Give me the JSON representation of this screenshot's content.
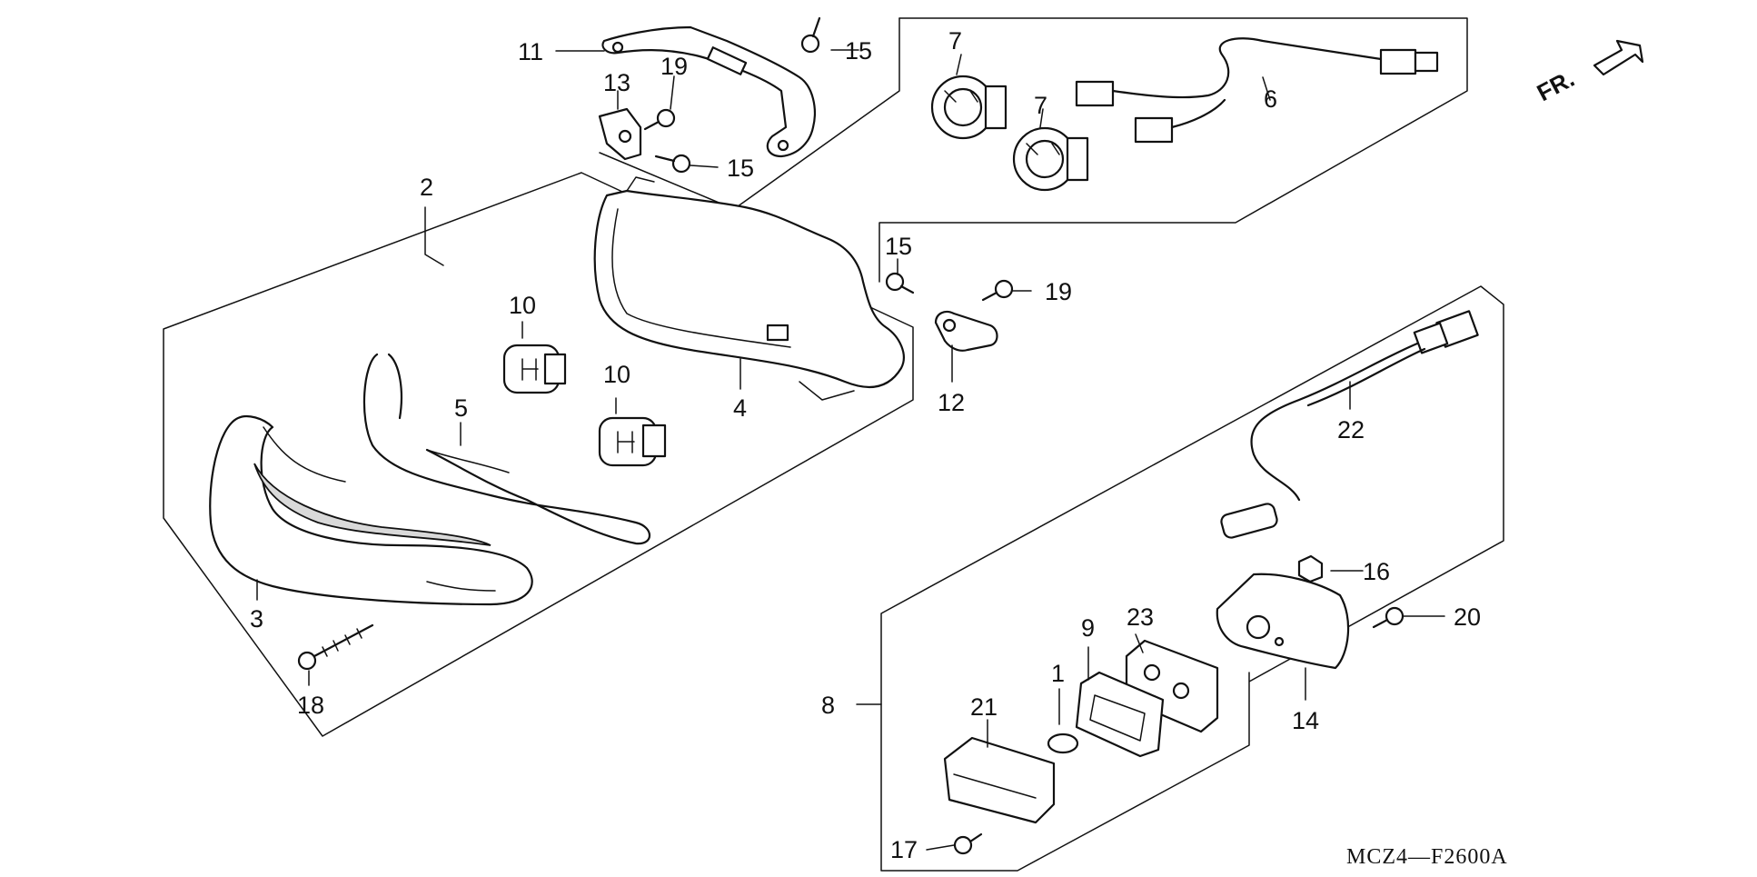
{
  "diagram": {
    "figure_code": "MCZ4—F2600A",
    "direction_label": "FR.",
    "callouts": [
      {
        "id": "c1",
        "label": "1"
      },
      {
        "id": "c2",
        "label": "2"
      },
      {
        "id": "c3",
        "label": "3"
      },
      {
        "id": "c4",
        "label": "4"
      },
      {
        "id": "c5",
        "label": "5"
      },
      {
        "id": "c6",
        "label": "6"
      },
      {
        "id": "c7a",
        "label": "7"
      },
      {
        "id": "c7b",
        "label": "7"
      },
      {
        "id": "c8",
        "label": "8"
      },
      {
        "id": "c9",
        "label": "9"
      },
      {
        "id": "c10a",
        "label": "10"
      },
      {
        "id": "c10b",
        "label": "10"
      },
      {
        "id": "c11",
        "label": "11"
      },
      {
        "id": "c12",
        "label": "12"
      },
      {
        "id": "c13",
        "label": "13"
      },
      {
        "id": "c14",
        "label": "14"
      },
      {
        "id": "c15a",
        "label": "15"
      },
      {
        "id": "c15b",
        "label": "15"
      },
      {
        "id": "c15c",
        "label": "15"
      },
      {
        "id": "c16",
        "label": "16"
      },
      {
        "id": "c17",
        "label": "17"
      },
      {
        "id": "c18",
        "label": "18"
      },
      {
        "id": "c19a",
        "label": "19"
      },
      {
        "id": "c19b",
        "label": "19"
      },
      {
        "id": "c20",
        "label": "20"
      },
      {
        "id": "c21",
        "label": "21"
      },
      {
        "id": "c22",
        "label": "22"
      },
      {
        "id": "c23",
        "label": "23"
      }
    ]
  }
}
